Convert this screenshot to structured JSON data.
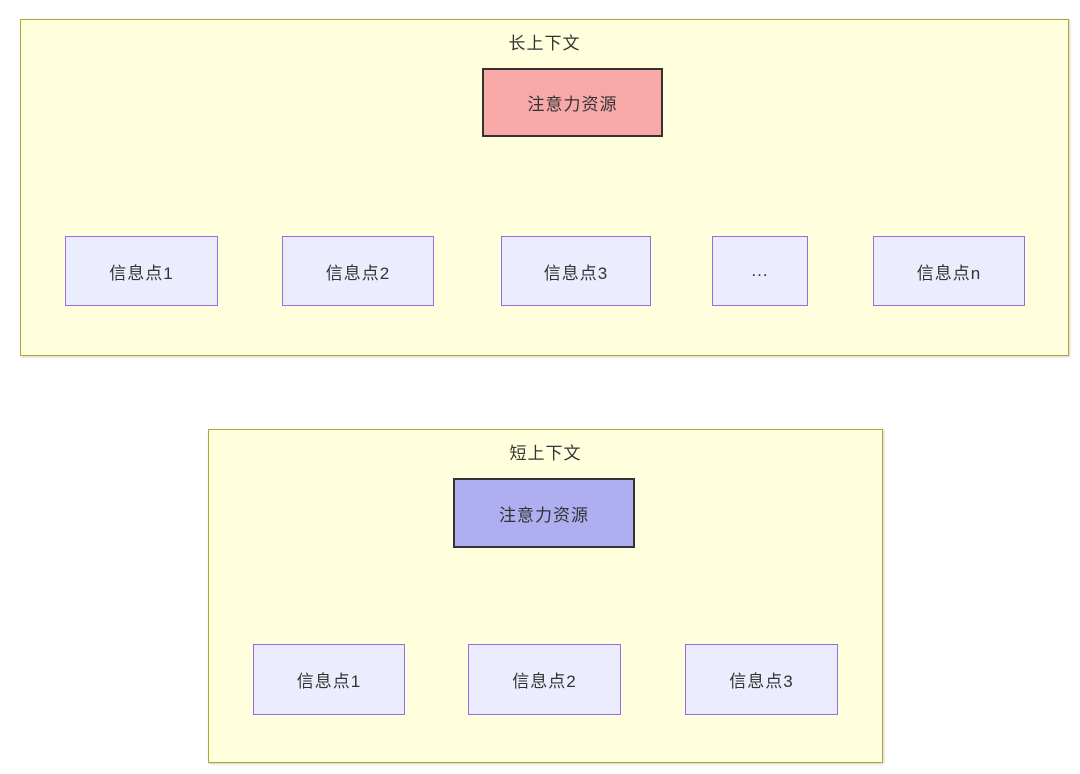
{
  "diagram": {
    "clusters": [
      {
        "id": "long-context",
        "title": "长上下文",
        "parent": {
          "id": "attention-resource",
          "label": "注意力资源",
          "fill": "#f9a8a8"
        },
        "children": [
          {
            "id": "info-point-1",
            "label": "信息点1"
          },
          {
            "id": "info-point-2",
            "label": "信息点2"
          },
          {
            "id": "info-point-3",
            "label": "信息点3"
          },
          {
            "id": "ellipsis",
            "label": "..."
          },
          {
            "id": "info-point-n",
            "label": "信息点n"
          }
        ]
      },
      {
        "id": "short-context",
        "title": "短上下文",
        "parent": {
          "id": "attention-resource",
          "label": "注意力资源",
          "fill": "#aeaef0"
        },
        "children": [
          {
            "id": "info-point-1",
            "label": "信息点1"
          },
          {
            "id": "info-point-2",
            "label": "信息点2"
          },
          {
            "id": "info-point-3",
            "label": "信息点3"
          }
        ]
      }
    ],
    "colors": {
      "cluster_fill": "#ffffde",
      "cluster_border": "#aaaa33",
      "node_fill": "#ececff",
      "node_border": "#9370db",
      "parent_border": "#333333",
      "edge": "#333333",
      "text": "#333333"
    }
  }
}
